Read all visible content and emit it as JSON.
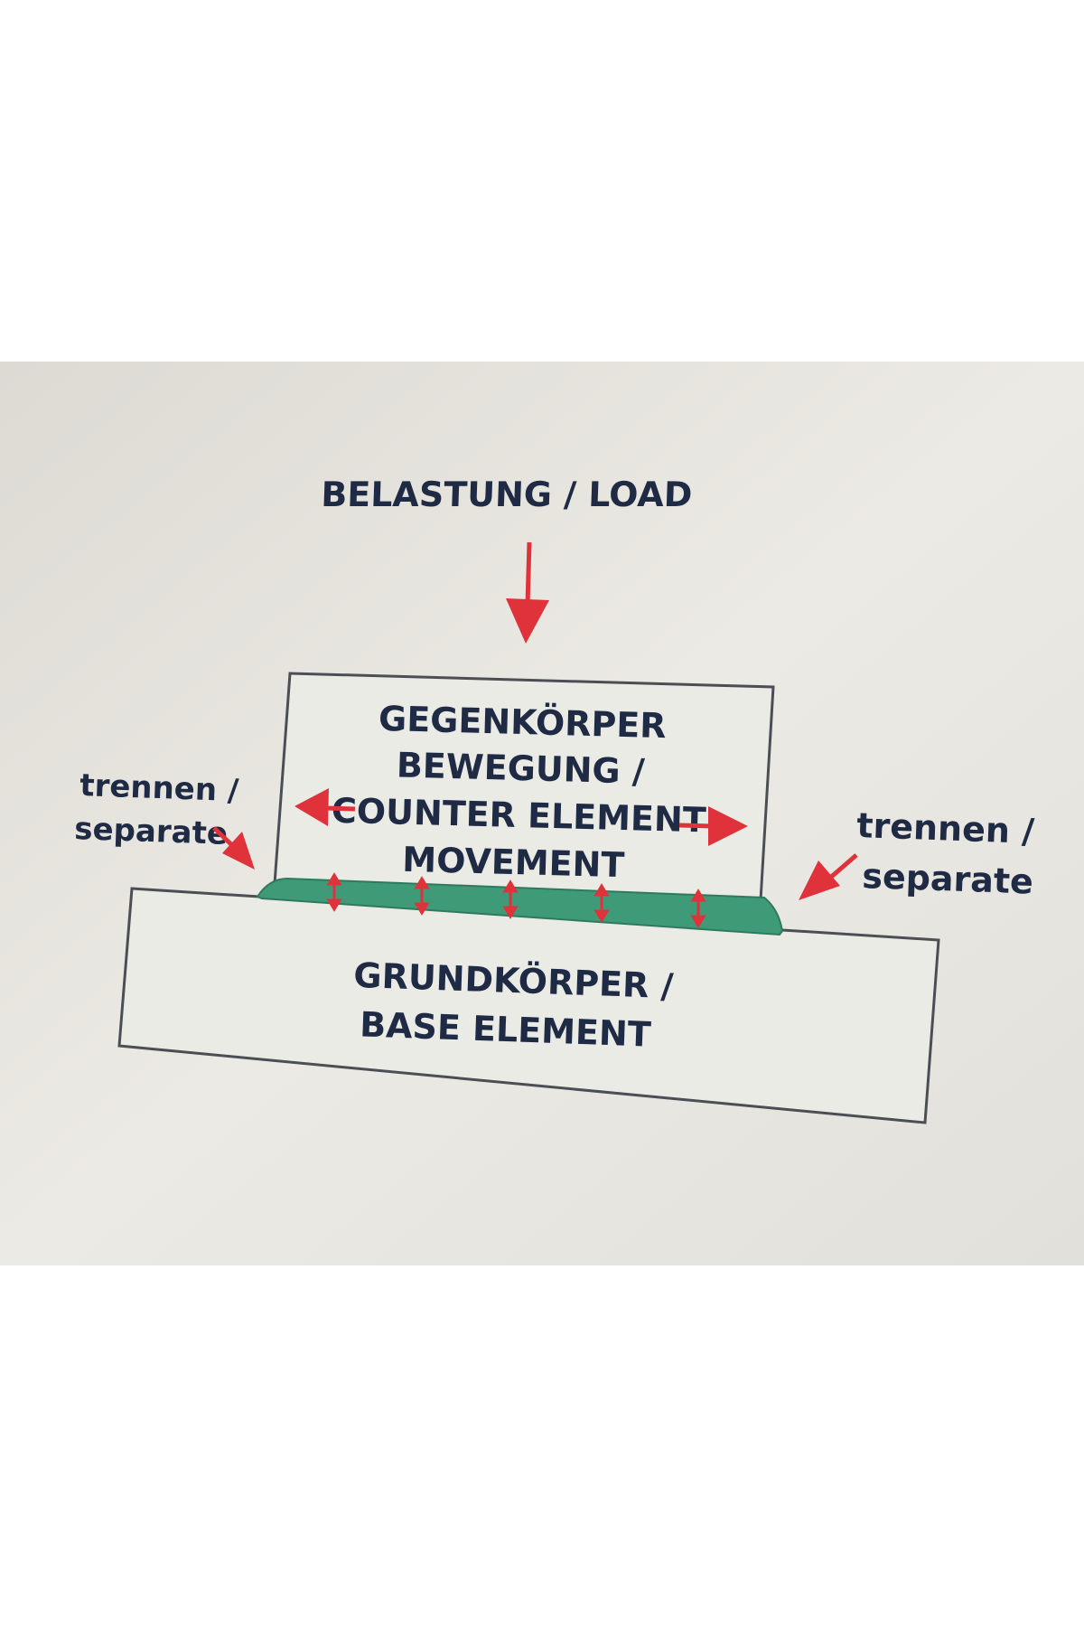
{
  "diagram": {
    "load_label": "BELASTUNG / LOAD",
    "counter_element": {
      "line1": "GEGENKÖRPER",
      "line2": "BEWEGUNG /",
      "line3": "COUNTER ELEMENT",
      "line4": "MOVEMENT"
    },
    "base_element": {
      "line1": "GRUNDKÖRPER /",
      "line2": "BASE ELEMENT"
    },
    "separate_left": {
      "line1": "trennen /",
      "line2": "separate"
    },
    "separate_right": {
      "line1": "trennen /",
      "line2": "separate"
    }
  },
  "colors": {
    "screen_background": "#e7e6e0",
    "page_background": "#ffffff",
    "arrow": "#e0323b",
    "film": "#3f9a78",
    "text": "#1f2a44",
    "outline": "#4b4f55",
    "box_fill": "#ebebe6"
  }
}
